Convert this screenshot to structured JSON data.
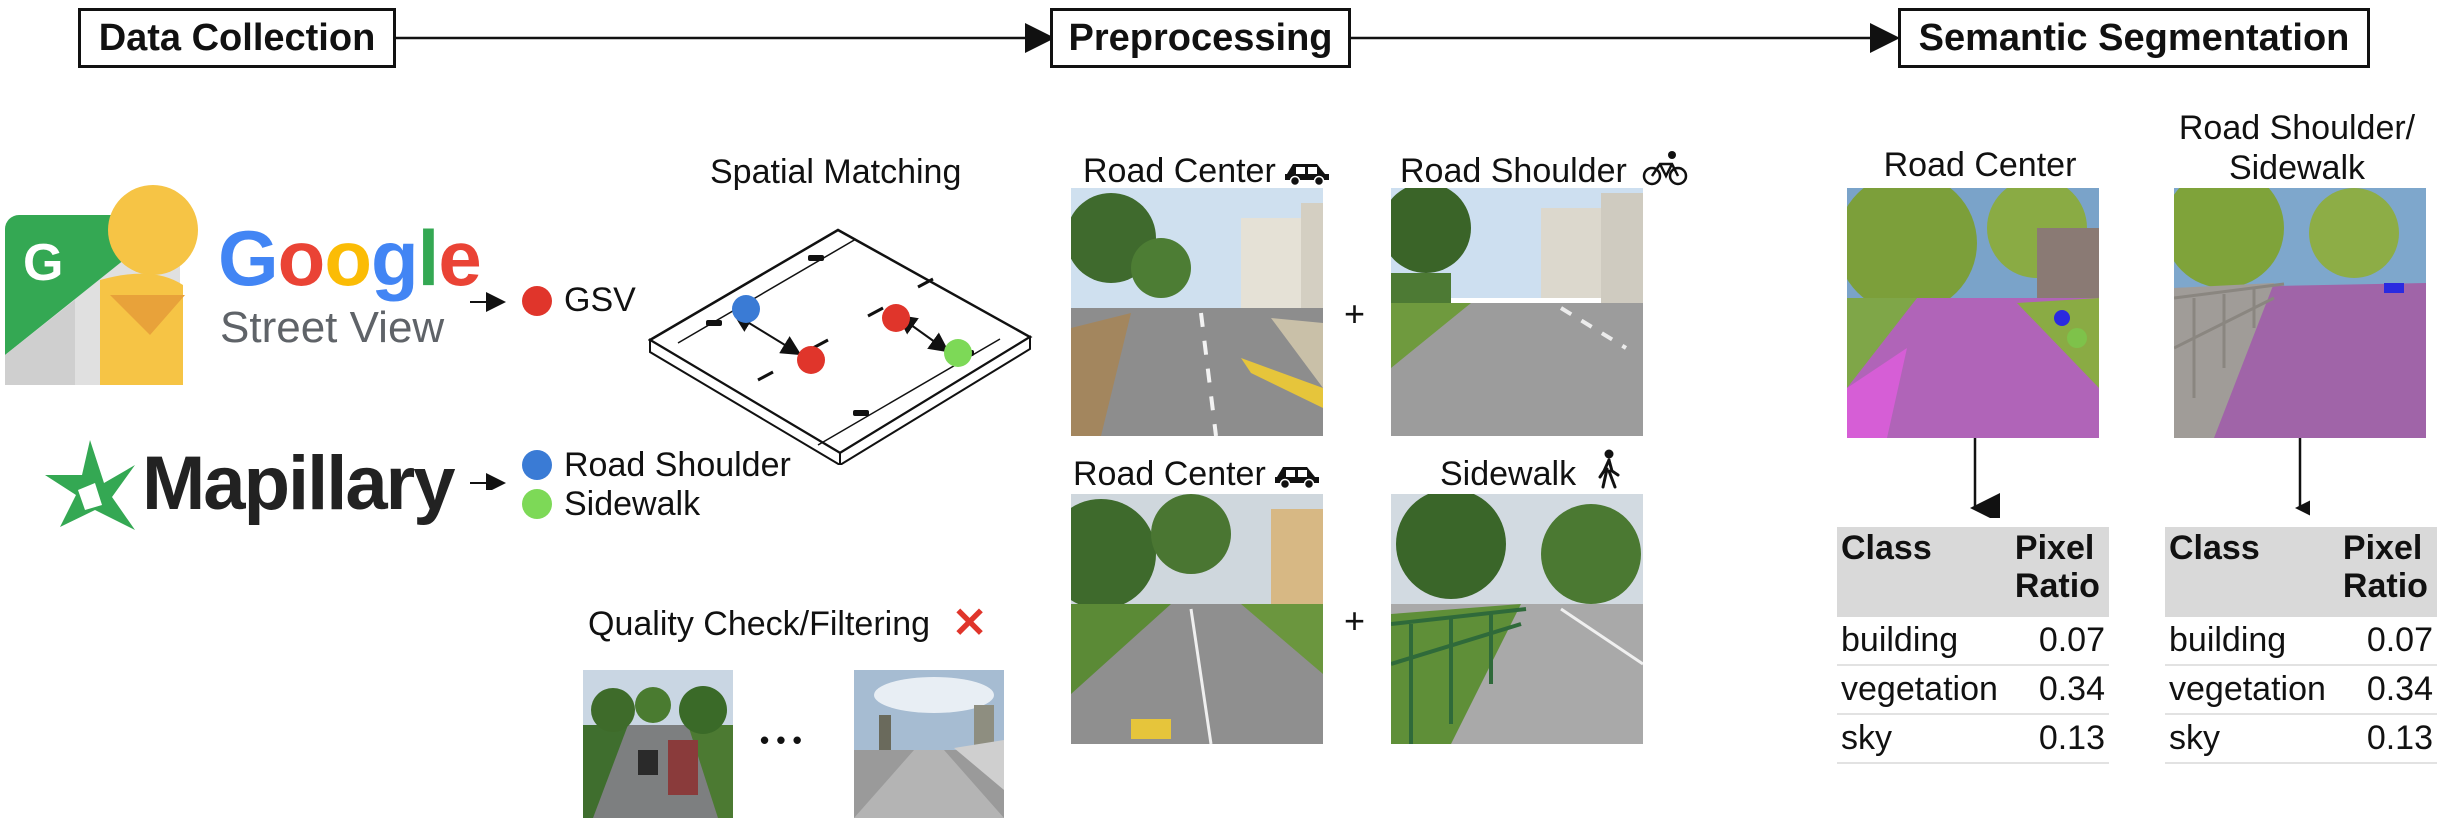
{
  "stages": {
    "data_collection": "Data Collection",
    "preprocessing": "Preprocessing",
    "semantic_segmentation": "Semantic Segmentation"
  },
  "sources": {
    "google": [
      "G",
      "o",
      "o",
      "g",
      "l",
      "e"
    ],
    "google_colors": [
      "#4285F4",
      "#EA4335",
      "#FBBC05",
      "#4285F4",
      "#34A853",
      "#EA4335"
    ],
    "street_view": "Street View",
    "pegman_letter": "G",
    "mapillary": "Mapillary"
  },
  "legend": {
    "gsv": "GSV",
    "road_shoulder": "Road Shoulder",
    "sidewalk": "Sidewalk",
    "colors": {
      "gsv": "#e0352b",
      "road_shoulder": "#3a7bd5",
      "sidewalk": "#7dd957"
    }
  },
  "spatial_matching": {
    "title": "Spatial Matching"
  },
  "quality": {
    "title": "Quality Check/Filtering",
    "cross": "✕",
    "ellipsis": "• • •"
  },
  "preprocessing": {
    "road_center_1": "Road Center",
    "road_shoulder": "Road Shoulder",
    "road_center_2": "Road Center",
    "sidewalk": "Sidewalk",
    "plus": "+",
    "icons": [
      "car-icon",
      "bicycle-icon",
      "car-icon",
      "pedestrian-icon"
    ]
  },
  "segmentation": {
    "left_title": "Road Center",
    "right_title_line1": "Road Shoulder/",
    "right_title_line2": "Sidewalk",
    "table_header": {
      "class": "Class",
      "ratio_line1": "Pixel",
      "ratio_line2": "Ratio"
    },
    "left_rows": [
      {
        "class": "building",
        "ratio": "0.07"
      },
      {
        "class": "vegetation",
        "ratio": "0.34"
      },
      {
        "class": "sky",
        "ratio": "0.13"
      }
    ],
    "right_rows": [
      {
        "class": "building",
        "ratio": "0.07"
      },
      {
        "class": "vegetation",
        "ratio": "0.34"
      },
      {
        "class": "sky",
        "ratio": "0.13"
      }
    ]
  }
}
